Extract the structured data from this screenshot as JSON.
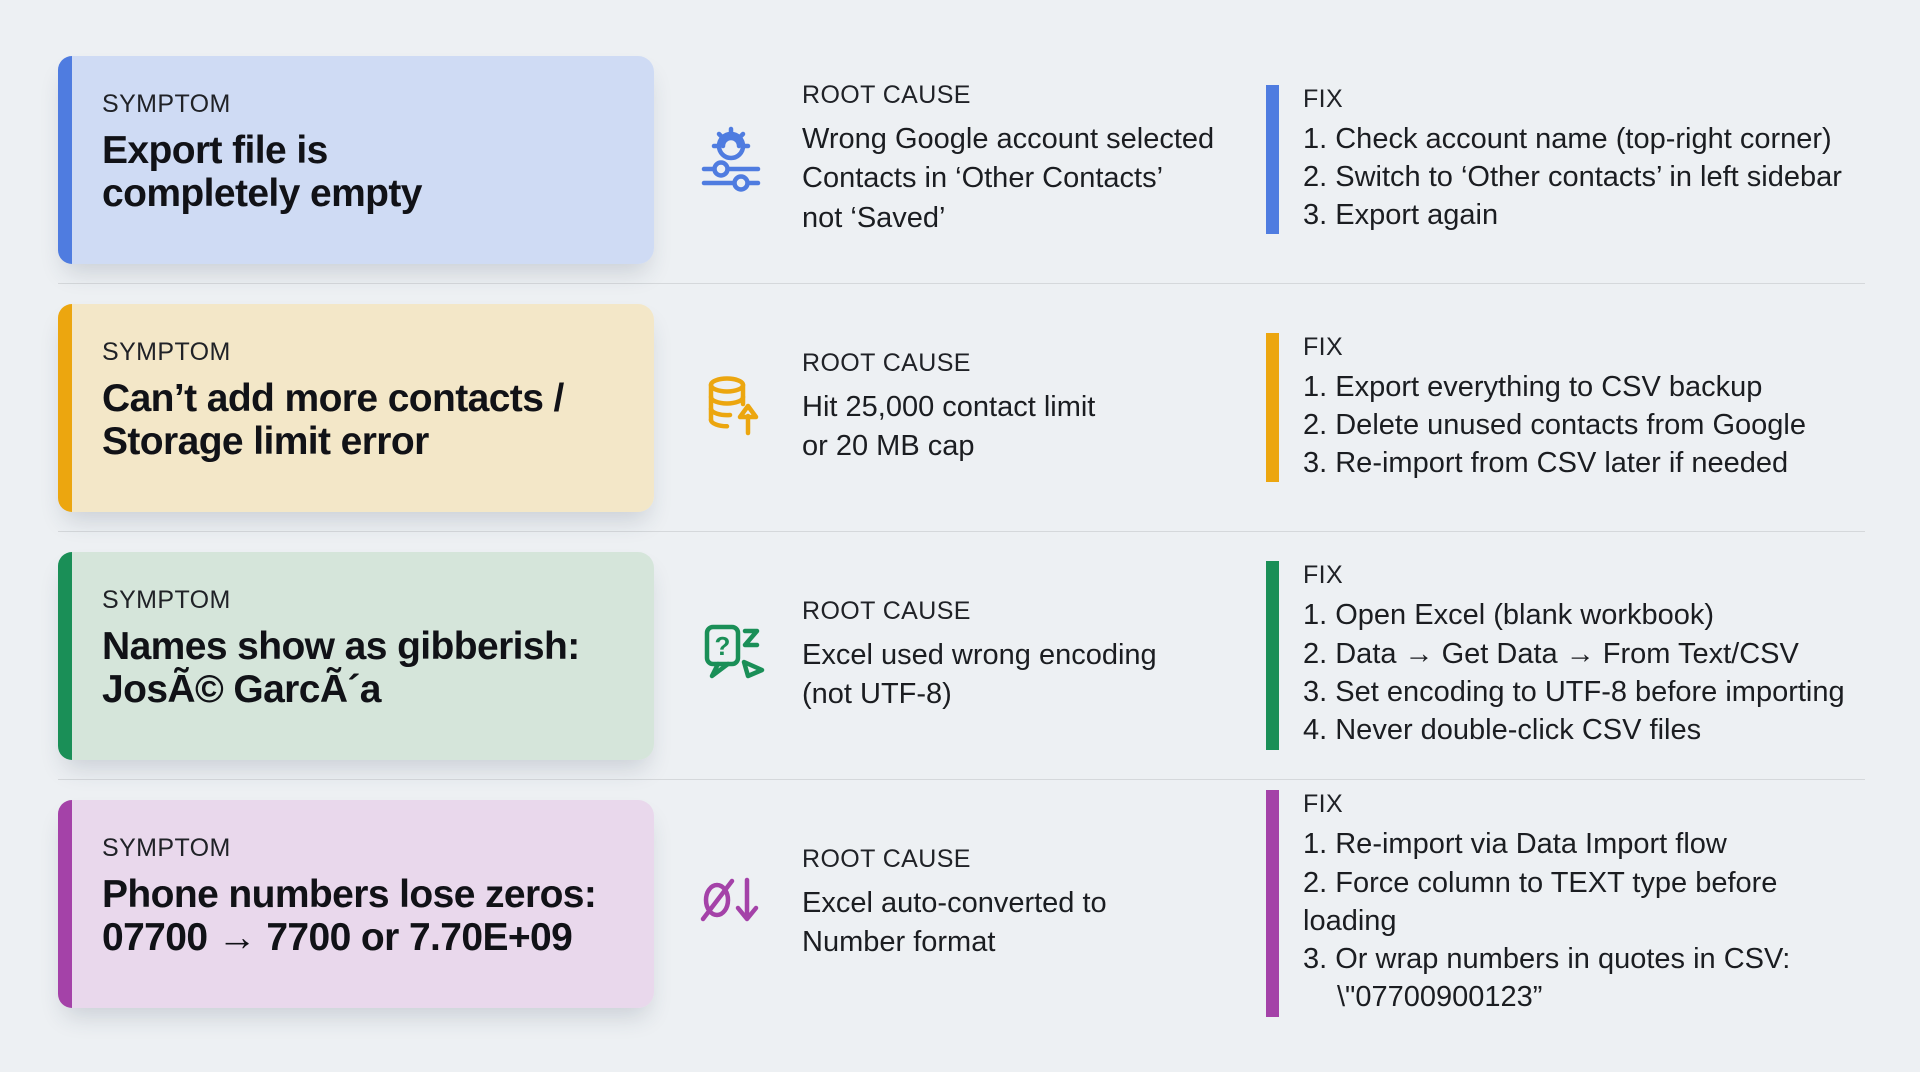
{
  "page": {
    "background": "#edf0f3",
    "divider_color": "#d5d8db",
    "text_color": "#17181b"
  },
  "labels": {
    "symptom": "SYMPTOM",
    "root_cause": "ROOT CAUSE",
    "fix": "FIX"
  },
  "rows": [
    {
      "accent": "#4f7ce0",
      "card_bg": "#cfdbf4",
      "icon": "account-settings-sliders-icon",
      "title": [
        "Export file is",
        "completely empty"
      ],
      "cause": [
        "Wrong Google account selected",
        "Contacts in ‘Other Contacts’",
        "not ‘Saved’"
      ],
      "fix": [
        "1. Check account name (top-right corner)",
        "2. Switch to ‘Other contacts’ in left sidebar",
        "3. Export again"
      ]
    },
    {
      "accent": "#eca60f",
      "card_bg": "#f3e7c8",
      "icon": "database-limit-up-arrow-icon",
      "title": [
        "Can’t add more contacts /",
        "Storage limit error"
      ],
      "cause": [
        "Hit 25,000 contact limit",
        "or 20 MB cap"
      ],
      "fix": [
        "1. Export everything to CSV backup",
        "2. Delete unused contacts from Google",
        "3. Re-import from CSV later if needed"
      ]
    },
    {
      "accent": "#1a8f57",
      "card_bg": "#d5e5da",
      "icon": "encoding-question-glyph-icon",
      "title": [
        "Names show as gibberish:",
        "JosÃ© GarcÃ´a"
      ],
      "cause": [
        "Excel used wrong encoding",
        "(not UTF-8)"
      ],
      "fix": [
        "1. Open Excel (blank workbook)",
        "2. Data → Get Data → From Text/CSV",
        "3. Set encoding to UTF-8 before importing",
        "4. Never double-click CSV files"
      ]
    },
    {
      "accent": "#a442a8",
      "card_bg": "#e9d8ec",
      "icon": "leading-zero-lost-down-arrow-icon",
      "title": [
        "Phone numbers lose zeros:",
        "07700 → 7700 or 7.70E+09"
      ],
      "cause": [
        "Excel auto-converted to",
        "Number format"
      ],
      "fix": [
        "1. Re-import via Data Import flow",
        "2. Force column to TEXT type before loading",
        "3. Or wrap numbers in quotes in CSV:",
        "\\\"07700900123”"
      ]
    }
  ]
}
